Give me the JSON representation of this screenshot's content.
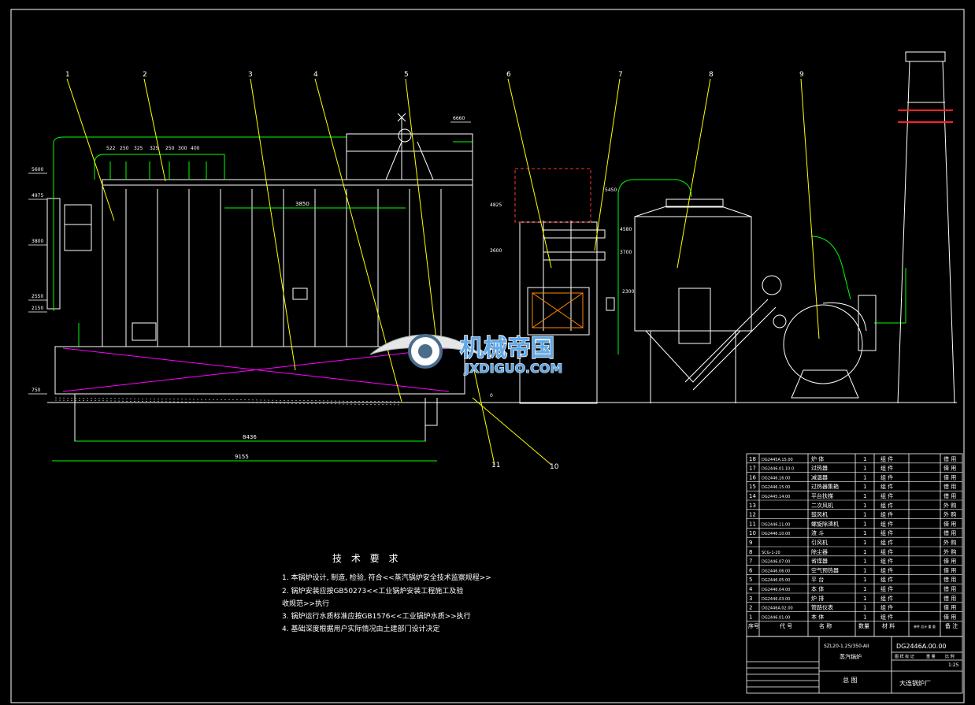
{
  "callouts": [
    "1",
    "2",
    "3",
    "4",
    "5",
    "6",
    "7",
    "8",
    "9",
    "10",
    "11"
  ],
  "dimensions": {
    "d3850": "3850",
    "d8436": "8436",
    "d9155": "9155",
    "top_dims": [
      "522",
      "250",
      "325",
      "325",
      "250",
      "300",
      "400"
    ]
  },
  "elevations": [
    "6660",
    "5600",
    "4975",
    "3800",
    "2550",
    "2150",
    "750",
    "4825",
    "3600",
    "5450",
    "4580",
    "3700",
    "2300",
    "0"
  ],
  "watermark": {
    "cn": "机械帝国",
    "en": "JXDIGUO.COM"
  },
  "requirements": {
    "title": "技 术 要 求",
    "items": [
      "1. 本锅炉设计, 制造, 检验, 符合<<蒸汽锅炉安全技术监察规程>>",
      "2. 锅炉安装应按GB50273<<工业锅炉安装工程施工及验",
      "    收规范>>执行",
      "3. 锅炉运行水质标准应按GB1576<<工业锅炉水质>>执行",
      "4. 基础深度根据用户实际情况由土建部门设计决定"
    ]
  },
  "bom": {
    "rows": [
      {
        "no": "18",
        "code": "DG2445A.15.00",
        "name": "炉 体",
        "qty": "1",
        "mat": "组 件",
        "note": "借 用"
      },
      {
        "no": "17",
        "code": "DG2446.01.10.0",
        "name": "过热器",
        "qty": "1",
        "mat": "组 件",
        "note": "借 用"
      },
      {
        "no": "16",
        "code": "DG2446.16.00",
        "name": "减温器",
        "qty": "1",
        "mat": "组 件",
        "note": "借 用"
      },
      {
        "no": "15",
        "code": "DG2446.15.00",
        "name": "过热器集箱",
        "qty": "1",
        "mat": "组 件",
        "note": "借 用"
      },
      {
        "no": "14",
        "code": "DG2445.14.00",
        "name": "平台扶梯",
        "qty": "1",
        "mat": "组 件",
        "note": "借 用"
      },
      {
        "no": "13",
        "code": "",
        "name": "二次风机",
        "qty": "1",
        "mat": "组 件",
        "note": "外 购"
      },
      {
        "no": "12",
        "code": "",
        "name": "鼓风机",
        "qty": "1",
        "mat": "组 件",
        "note": "外 购"
      },
      {
        "no": "11",
        "code": "DG2446.11.00",
        "name": "螺旋除渣机",
        "qty": "1",
        "mat": "组 件",
        "note": "借 用"
      },
      {
        "no": "10",
        "code": "DG2446.10.00",
        "name": "渣 斗",
        "qty": "1",
        "mat": "组 件",
        "note": "借 用"
      },
      {
        "no": "9",
        "code": "",
        "name": "引风机",
        "qty": "1",
        "mat": "组 件",
        "note": "外 购"
      },
      {
        "no": "8",
        "code": "SCG-1-20",
        "name": "除尘器",
        "qty": "1",
        "mat": "组 件",
        "note": "外 购"
      },
      {
        "no": "7",
        "code": "DG2446.07.00",
        "name": "省煤器",
        "qty": "1",
        "mat": "组 件",
        "note": "借 用"
      },
      {
        "no": "6",
        "code": "DG2446.06.00",
        "name": "空气预热器",
        "qty": "1",
        "mat": "组 件",
        "note": "借 用"
      },
      {
        "no": "5",
        "code": "DG2446.05.00",
        "name": "平 台",
        "qty": "1",
        "mat": "组 件",
        "note": "借 用"
      },
      {
        "no": "4",
        "code": "DG2446.04.00",
        "name": "本 体",
        "qty": "1",
        "mat": "组 件",
        "note": "借 用"
      },
      {
        "no": "3",
        "code": "DG2446.03.00",
        "name": "炉 排",
        "qty": "1",
        "mat": "组 件",
        "note": "借 用"
      },
      {
        "no": "2",
        "code": "DG2446A.02.00",
        "name": "管路仪表",
        "qty": "1",
        "mat": "组 件",
        "note": "借 用"
      },
      {
        "no": "1",
        "code": "DG2446.01.00",
        "name": "本 体",
        "qty": "1",
        "mat": "组 件",
        "note": "借 用"
      }
    ],
    "header": [
      "序号",
      "代 号",
      "名 称",
      "数量",
      "材 料",
      "单件 总计 重 量",
      "备 注"
    ]
  },
  "title_block": {
    "drawing_no": "DG2446A.00.00",
    "model": "SZL20-1.25/350-AII",
    "name": "蒸汽锅炉",
    "view": "总 图",
    "scale": "1:25",
    "company": "大连锅炉厂",
    "header": [
      "图 样 标 记",
      "重 量",
      "比 例"
    ]
  }
}
